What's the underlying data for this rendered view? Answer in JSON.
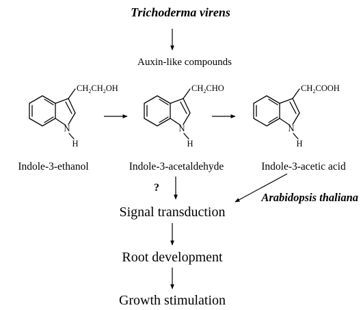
{
  "organism_fungus": "Trichoderma virens",
  "auxin_compounds": "Auxin-like compounds",
  "molecules": [
    {
      "name": "Indole-3-ethanol",
      "side_chain": [
        "CH",
        "2",
        "CH",
        "2",
        "OH"
      ],
      "nitrogen": "N",
      "hydrogen": "H"
    },
    {
      "name": "Indole-3-acetaldehyde",
      "side_chain": [
        "CH",
        "2",
        "CHO"
      ],
      "nitrogen": "N",
      "hydrogen": "H"
    },
    {
      "name": "Indole-3-acetic acid",
      "side_chain": [
        "CH",
        "2",
        "COOH"
      ],
      "nitrogen": "N",
      "hydrogen": "H"
    }
  ],
  "organism_plant": "Arabidopsis thaliana",
  "unknown_mark": "?",
  "steps": [
    "Signal transduction",
    "Root development",
    "Growth stimulation"
  ],
  "colors": {
    "ink": "#000000",
    "background": "#ffffff"
  }
}
